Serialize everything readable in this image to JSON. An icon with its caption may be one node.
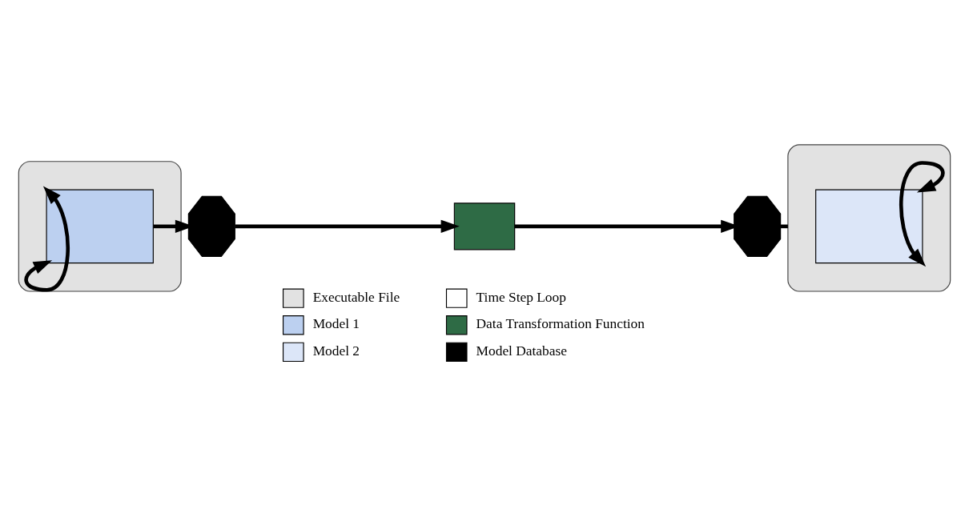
{
  "diagram": {
    "nodes": [
      {
        "text": [],
        "shape": "ellipse"
      },
      {
        "text": [],
        "shape": "box",
        "in": 0
      },
      {
        "text": [],
        "shape": "octagon"
      },
      {
        "text": [],
        "shape": "box"
      },
      {
        "text": [],
        "shape": "octagon"
      },
      {
        "text": [],
        "shape": "ellipse"
      },
      {
        "text": [],
        "shape": "box",
        "in": 5
      }
    ],
    "edges": [
      {
        "from": 1,
        "to": 1,
        "arrow": "both"
      },
      {
        "from": 1,
        "to": 2,
        "arrow": "to"
      },
      {
        "from": 2,
        "to": 3,
        "arrow": "to"
      },
      {
        "from": 3,
        "to": 4,
        "arrow": "to"
      },
      {
        "from": 4,
        "to": 5,
        "arrow": "none"
      },
      {
        "from": 6,
        "to": 6,
        "arrow": "both"
      }
    ],
    "legend": [
      {
        "text": "Executable File"
      },
      {
        "text": "Model 1"
      },
      {
        "text": "Model 2"
      },
      {
        "text": "Time Step Loop"
      },
      {
        "text": "Data Transformation Function",
        "color": "#2e6b45"
      },
      {
        "text": "Model Database"
      }
    ]
  }
}
